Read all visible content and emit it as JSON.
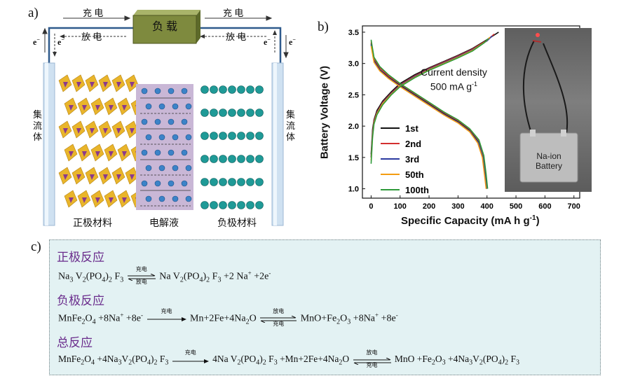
{
  "panel_a": {
    "label": "a)",
    "load_label": "负 载",
    "charge_left": "充 电",
    "charge_right": "充 电",
    "discharge_left": "放 电",
    "discharge_right": "放 电",
    "electron_symbol": "e",
    "electron_sup": "−",
    "collector_left": "集流体",
    "collector_right": "集流体",
    "cathode_caption": "正极材料",
    "electrolyte_caption": "电解液",
    "anode_caption": "负极材料",
    "colors": {
      "load_box": "#7e8a3e",
      "electrolyte": "#c9b7d6",
      "cathode_poly": "#e9b52b",
      "cathode_ion": "#8a3a8c",
      "na_ion": "#3c83c8",
      "anode_atom": "#1f9a97",
      "wire": "#2f5a8c"
    }
  },
  "panel_b": {
    "label": "b)",
    "annotation_line1": "Current density",
    "annotation_line2": "500 mA g",
    "annotation_sup": "-1",
    "photo_label_line1": "Na-ion",
    "photo_label_line2": "Battery"
  },
  "chart_data": {
    "type": "line",
    "xlabel": "Specific Capacity (mA h g",
    "xlabel_sup": "-1",
    "xlabel_end": ")",
    "ylabel": "Battery Voltage (V)",
    "xlim": [
      -30,
      720
    ],
    "ylim": [
      0.85,
      3.6
    ],
    "xticks": [
      0,
      100,
      200,
      300,
      400,
      500,
      600,
      700
    ],
    "yticks": [
      1.0,
      1.5,
      2.0,
      2.5,
      3.0,
      3.5
    ],
    "legend_position": "lower-left",
    "series": [
      {
        "name": "1st",
        "color": "#111111",
        "charge": [
          [
            0,
            1.55
          ],
          [
            5,
            1.95
          ],
          [
            10,
            2.1
          ],
          [
            20,
            2.25
          ],
          [
            40,
            2.4
          ],
          [
            70,
            2.55
          ],
          [
            100,
            2.68
          ],
          [
            150,
            2.82
          ],
          [
            200,
            2.93
          ],
          [
            250,
            3.03
          ],
          [
            300,
            3.13
          ],
          [
            350,
            3.24
          ],
          [
            400,
            3.38
          ],
          [
            440,
            3.5
          ]
        ],
        "discharge": [
          [
            0,
            3.32
          ],
          [
            10,
            3.05
          ],
          [
            30,
            2.9
          ],
          [
            60,
            2.78
          ],
          [
            100,
            2.65
          ],
          [
            150,
            2.5
          ],
          [
            200,
            2.35
          ],
          [
            250,
            2.2
          ],
          [
            300,
            2.07
          ],
          [
            340,
            1.93
          ],
          [
            370,
            1.75
          ],
          [
            385,
            1.5
          ],
          [
            393,
            1.2
          ],
          [
            398,
            1.0
          ]
        ]
      },
      {
        "name": "2nd",
        "color": "#d32f2f",
        "charge": [
          [
            0,
            1.5
          ],
          [
            5,
            1.9
          ],
          [
            10,
            2.08
          ],
          [
            20,
            2.22
          ],
          [
            40,
            2.38
          ],
          [
            70,
            2.53
          ],
          [
            100,
            2.66
          ],
          [
            150,
            2.8
          ],
          [
            200,
            2.92
          ],
          [
            250,
            3.02
          ],
          [
            300,
            3.12
          ],
          [
            350,
            3.23
          ],
          [
            400,
            3.37
          ],
          [
            425,
            3.47
          ]
        ],
        "discharge": [
          [
            0,
            3.35
          ],
          [
            10,
            3.08
          ],
          [
            30,
            2.93
          ],
          [
            60,
            2.8
          ],
          [
            100,
            2.67
          ],
          [
            150,
            2.52
          ],
          [
            200,
            2.37
          ],
          [
            250,
            2.22
          ],
          [
            300,
            2.09
          ],
          [
            340,
            1.95
          ],
          [
            372,
            1.77
          ],
          [
            388,
            1.52
          ],
          [
            396,
            1.22
          ],
          [
            401,
            1.0
          ]
        ]
      },
      {
        "name": "3rd",
        "color": "#2b3aa0",
        "charge": [
          [
            0,
            1.5
          ],
          [
            5,
            1.88
          ],
          [
            10,
            2.06
          ],
          [
            20,
            2.21
          ],
          [
            40,
            2.37
          ],
          [
            70,
            2.52
          ],
          [
            100,
            2.65
          ],
          [
            150,
            2.79
          ],
          [
            200,
            2.91
          ],
          [
            250,
            3.01
          ],
          [
            300,
            3.11
          ],
          [
            350,
            3.22
          ],
          [
            400,
            3.36
          ],
          [
            418,
            3.44
          ]
        ],
        "discharge": [
          [
            0,
            3.3
          ],
          [
            10,
            3.04
          ],
          [
            30,
            2.89
          ],
          [
            60,
            2.77
          ],
          [
            100,
            2.64
          ],
          [
            150,
            2.49
          ],
          [
            200,
            2.34
          ],
          [
            250,
            2.19
          ],
          [
            300,
            2.06
          ],
          [
            340,
            1.92
          ],
          [
            370,
            1.74
          ],
          [
            386,
            1.5
          ],
          [
            394,
            1.2
          ],
          [
            399,
            1.0
          ]
        ]
      },
      {
        "name": "50th",
        "color": "#f39c12",
        "charge": [
          [
            0,
            1.45
          ],
          [
            5,
            1.85
          ],
          [
            10,
            2.05
          ],
          [
            20,
            2.2
          ],
          [
            40,
            2.36
          ],
          [
            70,
            2.51
          ],
          [
            100,
            2.64
          ],
          [
            150,
            2.78
          ],
          [
            200,
            2.9
          ],
          [
            250,
            3.0
          ],
          [
            300,
            3.1
          ],
          [
            350,
            3.21
          ],
          [
            395,
            3.35
          ],
          [
            410,
            3.42
          ]
        ],
        "discharge": [
          [
            0,
            3.28
          ],
          [
            10,
            3.02
          ],
          [
            30,
            2.88
          ],
          [
            60,
            2.76
          ],
          [
            100,
            2.63
          ],
          [
            150,
            2.48
          ],
          [
            200,
            2.33
          ],
          [
            250,
            2.18
          ],
          [
            300,
            2.05
          ],
          [
            340,
            1.91
          ],
          [
            368,
            1.73
          ],
          [
            384,
            1.5
          ],
          [
            392,
            1.2
          ],
          [
            397,
            1.0
          ]
        ]
      },
      {
        "name": "100th",
        "color": "#2e9a3a",
        "charge": [
          [
            0,
            1.4
          ],
          [
            5,
            1.82
          ],
          [
            10,
            2.03
          ],
          [
            20,
            2.18
          ],
          [
            40,
            2.34
          ],
          [
            70,
            2.5
          ],
          [
            100,
            2.63
          ],
          [
            150,
            2.77
          ],
          [
            200,
            2.89
          ],
          [
            250,
            2.99
          ],
          [
            300,
            3.09
          ],
          [
            350,
            3.2
          ],
          [
            390,
            3.33
          ],
          [
            405,
            3.4
          ]
        ],
        "discharge": [
          [
            0,
            3.38
          ],
          [
            10,
            3.1
          ],
          [
            30,
            2.95
          ],
          [
            60,
            2.82
          ],
          [
            100,
            2.68
          ],
          [
            150,
            2.53
          ],
          [
            200,
            2.38
          ],
          [
            250,
            2.23
          ],
          [
            300,
            2.1
          ],
          [
            340,
            1.96
          ],
          [
            372,
            1.78
          ],
          [
            389,
            1.53
          ],
          [
            397,
            1.23
          ],
          [
            402,
            1.0
          ]
        ]
      }
    ]
  },
  "panel_c": {
    "label": "c)",
    "title_cathode": "正极反应",
    "title_anode": "负极反应",
    "title_total": "总反应",
    "arrow_charge": "充电",
    "arrow_discharge": "放电"
  }
}
